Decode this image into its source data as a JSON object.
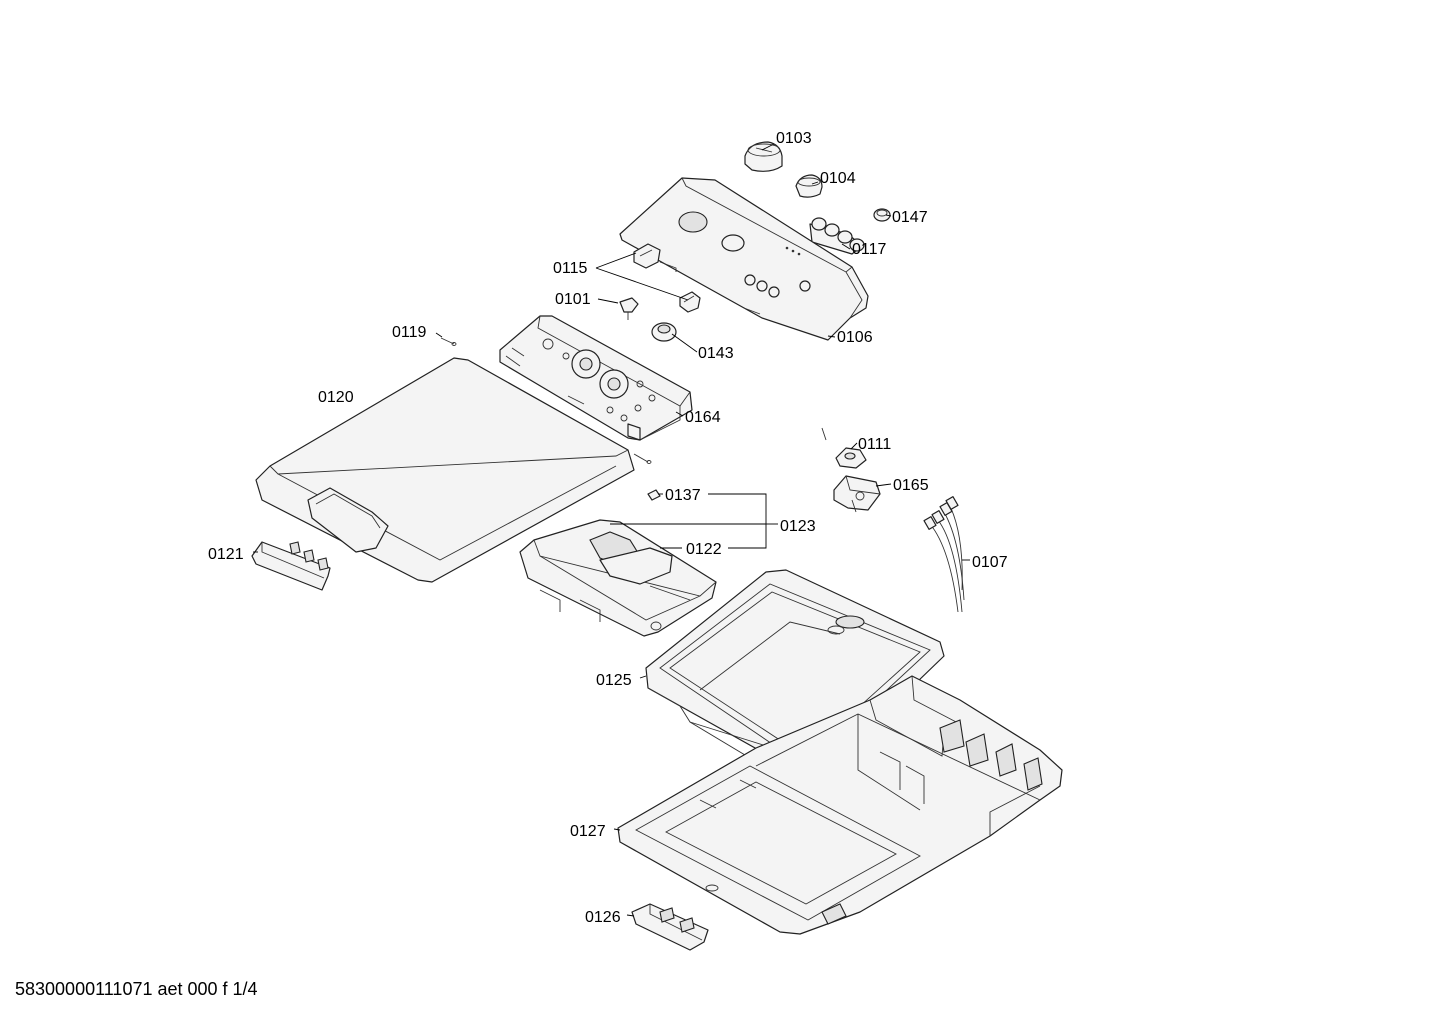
{
  "labels": {
    "p0103": "0103",
    "p0104": "0104",
    "p0147": "0147",
    "p0117": "0117",
    "p0106": "0106",
    "p0115": "0115",
    "p0101": "0101",
    "p0143": "0143",
    "p0119": "0119",
    "p0120": "0120",
    "p0164": "0164",
    "p0111": "0111",
    "p0165": "0165",
    "p0137": "0137",
    "p0123": "0123",
    "p0122": "0122",
    "p0121": "0121",
    "p0107": "0107",
    "p0125": "0125",
    "p0127": "0127",
    "p0126": "0126"
  },
  "footer": "58300000111071 aet 000 f 1/4"
}
